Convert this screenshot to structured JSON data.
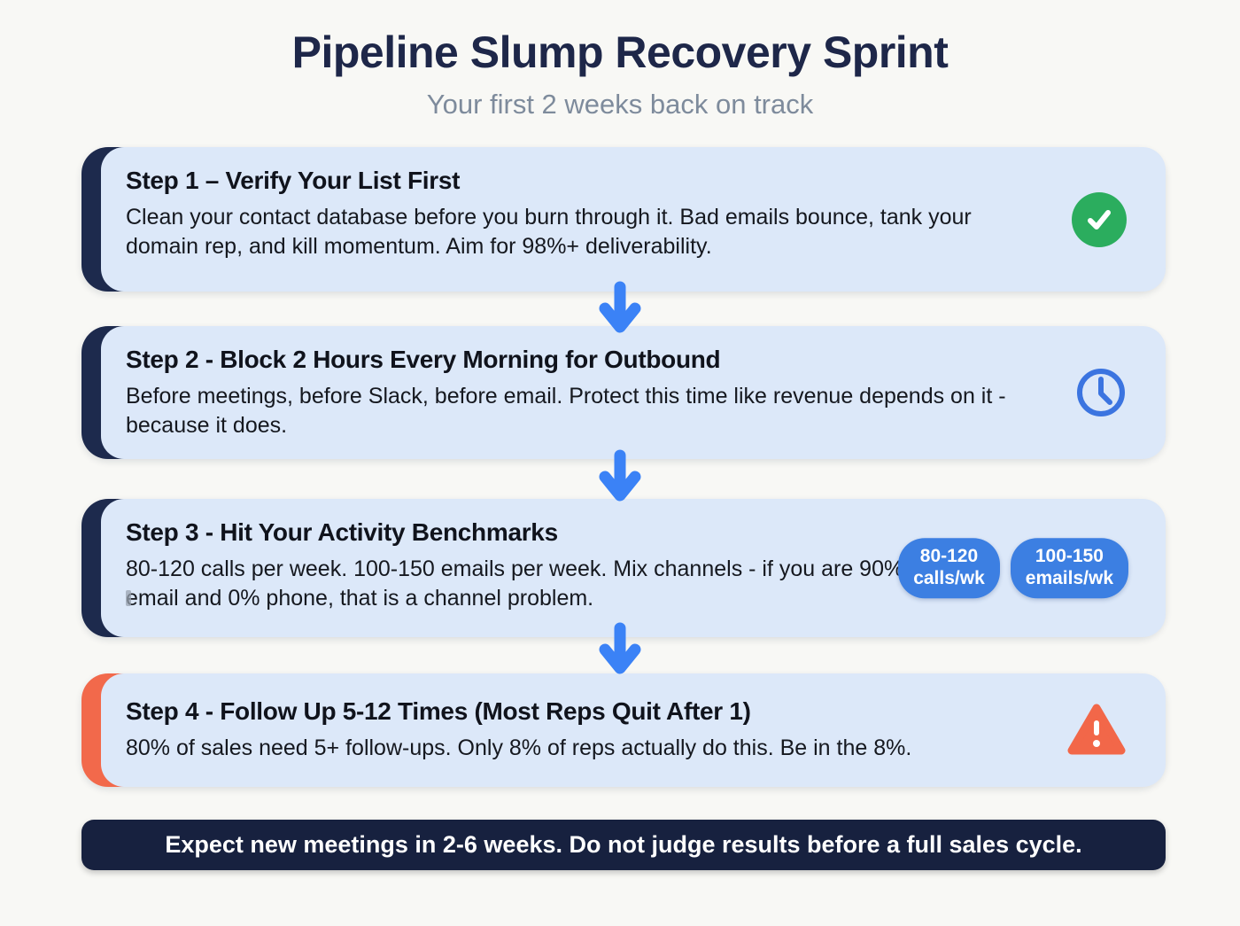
{
  "page": {
    "title": "Pipeline Slump Recovery Sprint",
    "subtitle": "Your first 2 weeks back on track",
    "footer_note": "Expect new meetings in 2-6 weeks. Do not judge results before a full sales cycle."
  },
  "steps": [
    {
      "title": "Step 1 – Verify Your List First",
      "body": "Clean your contact database before you burn through it. Bad emails bounce, tank your domain rep, and kill momentum. Aim for 98%+ deliverability.",
      "icon": "check-circle-icon",
      "accent_color": "#1d2a4d"
    },
    {
      "title": "Step 2 - Block 2 Hours Every Morning for Outbound",
      "body": "Before meetings, before Slack, before email. Protect this time like revenue depends on it - because it does.",
      "icon": "clock-icon",
      "accent_color": "#1d2a4d"
    },
    {
      "title": "Step 3 - Hit Your Activity Benchmarks",
      "body": "80-120 calls per week. 100-150 emails per week. Mix channels - if you are 90% email and 0% phone, that is a channel problem.",
      "icon": "benchmark-badges",
      "accent_color": "#1d2a4d",
      "badges": [
        {
          "line1": "80-120",
          "line2": "calls/wk"
        },
        {
          "line1": "100-150",
          "line2": "emails/wk"
        }
      ]
    },
    {
      "title": "Step 4 - Follow Up 5-12 Times (Most Reps Quit After 1)",
      "body": "80% of sales need 5+ follow-ups. Only 8% of reps actually do this. Be in the 8%.",
      "icon": "warning-icon",
      "accent_color": "#f2694b"
    }
  ],
  "colors": {
    "background": "#f8f8f5",
    "card_background": "#dce8f9",
    "navy_accent": "#1d2a4d",
    "orange_accent": "#f2694b",
    "arrow_blue": "#3b82f6",
    "pill_blue": "#3c7fe2",
    "check_green": "#2bad5e",
    "clock_blue": "#3b74e0",
    "warning_orange": "#f26749",
    "banner_background": "#17213f",
    "title_color": "#1e2749",
    "subtitle_color": "#7e8b9c"
  }
}
